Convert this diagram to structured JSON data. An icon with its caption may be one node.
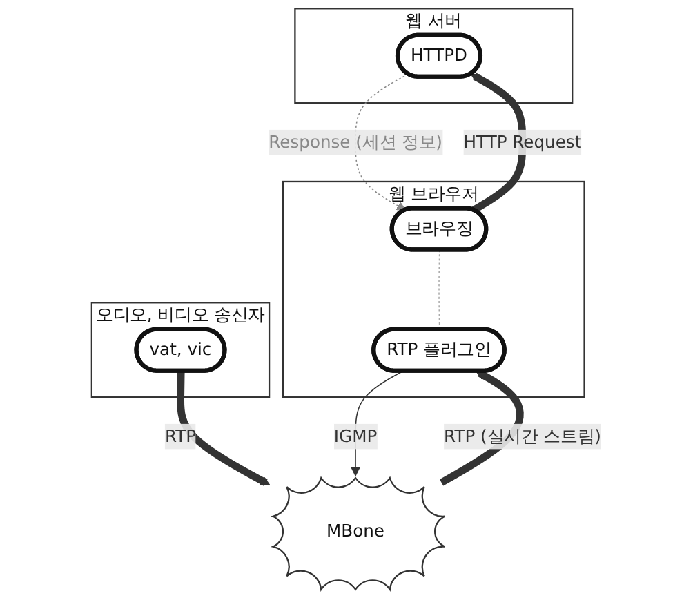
{
  "diagram": {
    "nodes": [
      {
        "text": [
          "웹 서버"
        ]
      },
      {
        "text": [
          "HTTPD"
        ],
        "in": 0
      },
      {
        "text": [
          "웹 브라우저"
        ]
      },
      {
        "text": [
          "브라우징"
        ],
        "in": 2
      },
      {
        "text": [
          "RTP 플러그인"
        ],
        "in": 2
      },
      {
        "text": [
          "오디오, 비디오 송신자"
        ]
      },
      {
        "text": [
          "vat, vic"
        ],
        "in": 5
      },
      {
        "text": [
          "MBone"
        ]
      }
    ],
    "edges": [
      {
        "from": 3,
        "to": 1,
        "arrow": "to",
        "label": "HTTP Request",
        "style": "thick"
      },
      {
        "from": 1,
        "to": 3,
        "arrow": "to",
        "label": "Response (세션 정보)",
        "style": "dashed",
        "color": "#888888"
      },
      {
        "from": 3,
        "to": 4,
        "arrow": "none",
        "style": "dashed",
        "color": "#aaaaaa"
      },
      {
        "from": 6,
        "to": 7,
        "arrow": "to",
        "label": "RTP",
        "style": "thick"
      },
      {
        "from": 4,
        "to": 7,
        "arrow": "to",
        "label": "IGMP"
      },
      {
        "from": 7,
        "to": 4,
        "arrow": "to",
        "label": "RTP (실시간 스트림)",
        "style": "thick"
      }
    ]
  }
}
